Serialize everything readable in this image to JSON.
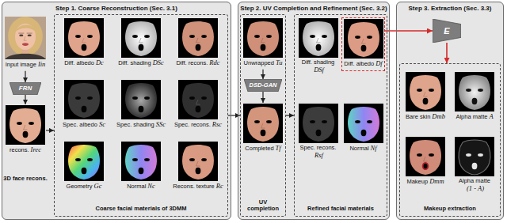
{
  "diagram": {
    "nodes": [
      {
        "text": [
          "Step 1. Coarse Reconstruction (Sec. 3.1)"
        ]
      },
      {
        "text": [
          "Input image",
          "Iin"
        ],
        "in": 0
      },
      {
        "text": [
          "FRN"
        ],
        "in": 0
      },
      {
        "text": [
          "recons.",
          "Irec"
        ],
        "in": 0
      },
      {
        "text": [
          "Coarse facial materials of 3DMM"
        ],
        "in": 0
      },
      {
        "text": [
          "Diff. albedo",
          "Dc"
        ],
        "in": 4
      },
      {
        "text": [
          "Diff. shading",
          "DSc"
        ],
        "in": 4
      },
      {
        "text": [
          "Diff. recons.",
          "Rdc"
        ],
        "in": 4
      },
      {
        "text": [
          "Spec. albedo",
          "Sc"
        ],
        "in": 4
      },
      {
        "text": [
          "Spec. shading",
          "SSc"
        ],
        "in": 4
      },
      {
        "text": [
          "Spec. recons.",
          "Rsc"
        ],
        "in": 4
      },
      {
        "text": [
          "Geometry",
          "Gc"
        ],
        "in": 4
      },
      {
        "text": [
          "Normal",
          "Nc"
        ],
        "in": 4
      },
      {
        "text": [
          "Recons. texture",
          "Rc"
        ],
        "in": 4
      },
      {
        "text": [
          "Step 2. UV Completion and Refinement (Sec. 3.2)"
        ]
      },
      {
        "text": [
          "UV completion"
        ],
        "in": 14
      },
      {
        "text": [
          "Unwrapped",
          "Tu"
        ],
        "in": 15
      },
      {
        "text": [
          "DSD-GAN"
        ],
        "in": 15
      },
      {
        "text": [
          "Completed",
          "Tf"
        ],
        "in": 15
      },
      {
        "text": [
          "Refined facial materials"
        ],
        "in": 14
      },
      {
        "text": [
          "Diff. shading",
          "DSf"
        ],
        "in": 19
      },
      {
        "text": [
          "Diff. albedo",
          "Df"
        ],
        "in": 19
      },
      {
        "text": [
          "Spec. recons.",
          "Rsf"
        ],
        "in": 19
      },
      {
        "text": [
          "Normal",
          "Nf"
        ],
        "in": 19
      },
      {
        "text": [
          "Step 3. Extraction (Sec. 3.3)"
        ]
      },
      {
        "text": [
          "E"
        ],
        "in": 24
      },
      {
        "text": [
          "Makeup extraction"
        ],
        "in": 24
      },
      {
        "text": [
          "Bare skin",
          "Dmb"
        ],
        "in": 26
      },
      {
        "text": [
          "Alpha matte",
          "A"
        ],
        "in": 26
      },
      {
        "text": [
          "Makeup",
          "Dmm"
        ],
        "in": 26
      },
      {
        "text": [
          "Alpha matte",
          "(1 - A)"
        ],
        "in": 26
      }
    ],
    "edges": [
      {
        "from": 1,
        "to": 2,
        "arrow": "to"
      },
      {
        "from": 2,
        "to": 3,
        "arrow": "to"
      },
      {
        "from": 3,
        "to": 4,
        "arrow": "to"
      },
      {
        "from": 4,
        "to": 15,
        "arrow": "to"
      },
      {
        "from": 16,
        "to": 17,
        "arrow": "to"
      },
      {
        "from": 17,
        "to": 18,
        "arrow": "to"
      },
      {
        "from": 15,
        "to": 19,
        "arrow": "to"
      },
      {
        "from": 21,
        "to": 25,
        "arrow": "to"
      },
      {
        "from": 25,
        "to": 26,
        "arrow": "to"
      }
    ],
    "labels": [
      "3D face recons."
    ]
  }
}
